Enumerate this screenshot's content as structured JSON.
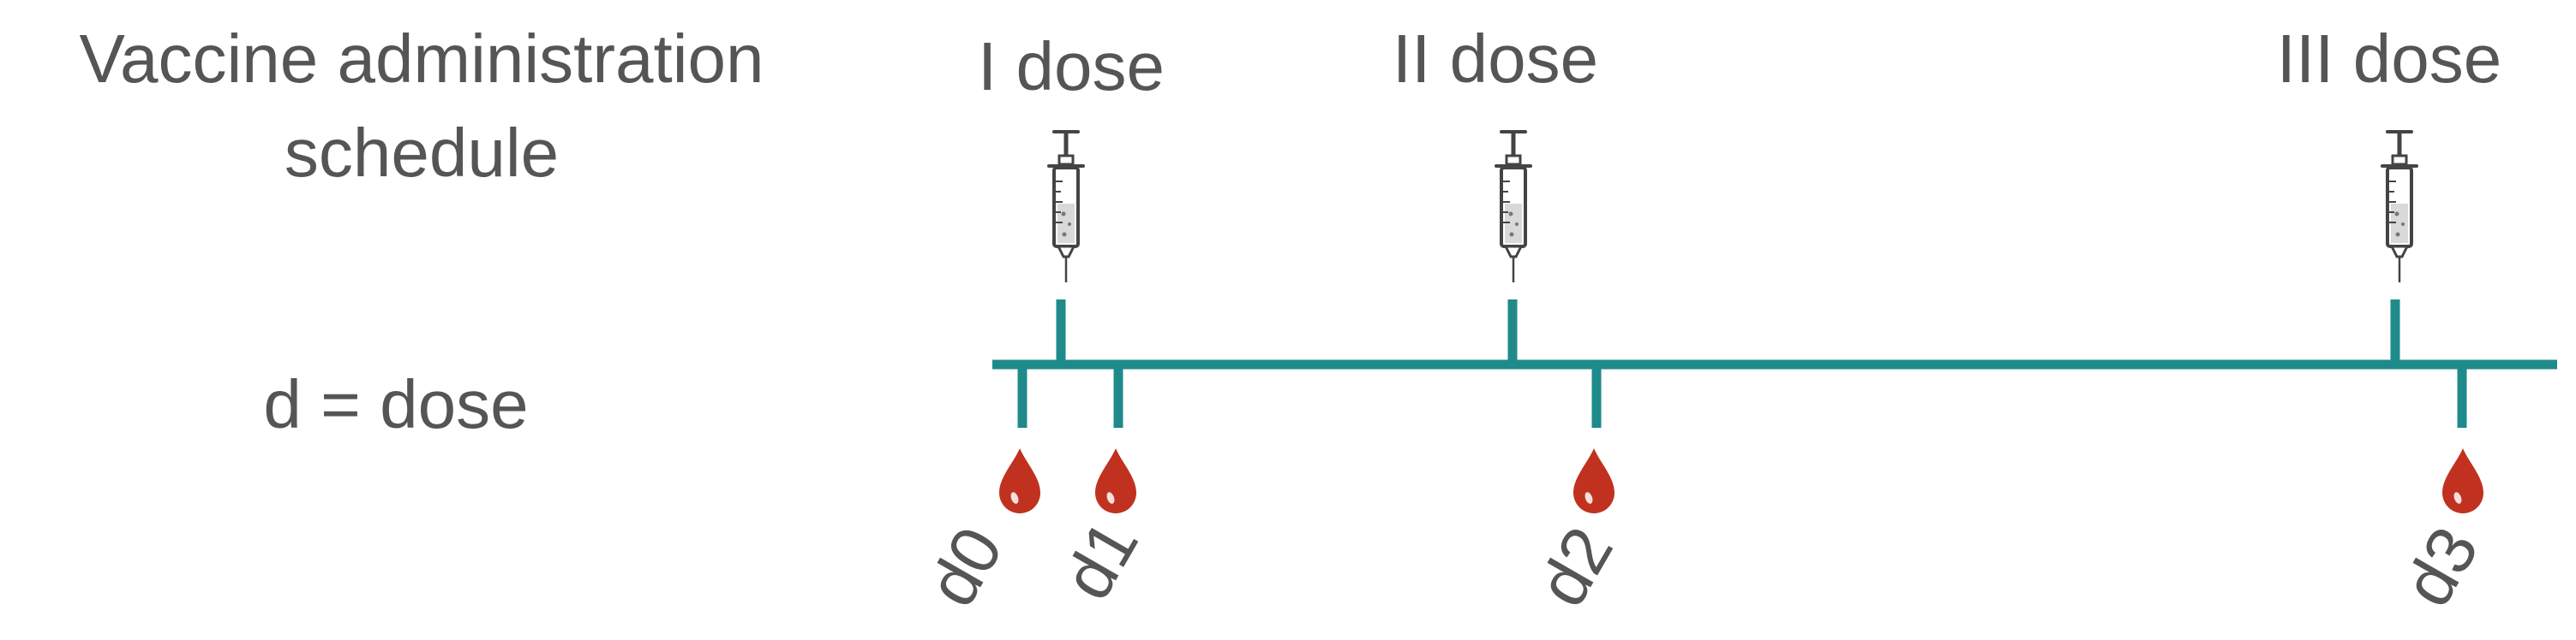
{
  "title": {
    "line1": "Vaccine administration",
    "line2": "schedule"
  },
  "legend": "d = dose",
  "colors": {
    "timeline": "#1f8a8a",
    "blood_drop": "#c0321f",
    "text": "#555555",
    "syringe": "#444444"
  },
  "doses": [
    {
      "label": "I dose",
      "icon": "syringe-icon"
    },
    {
      "label": "II dose",
      "icon": "syringe-icon"
    },
    {
      "label": "III dose",
      "icon": "syringe-icon"
    }
  ],
  "samples": [
    {
      "label": "d0",
      "icon": "blood-drop-icon"
    },
    {
      "label": "d1",
      "icon": "blood-drop-icon"
    },
    {
      "label": "d2",
      "icon": "blood-drop-icon"
    },
    {
      "label": "d3",
      "icon": "blood-drop-icon"
    }
  ]
}
